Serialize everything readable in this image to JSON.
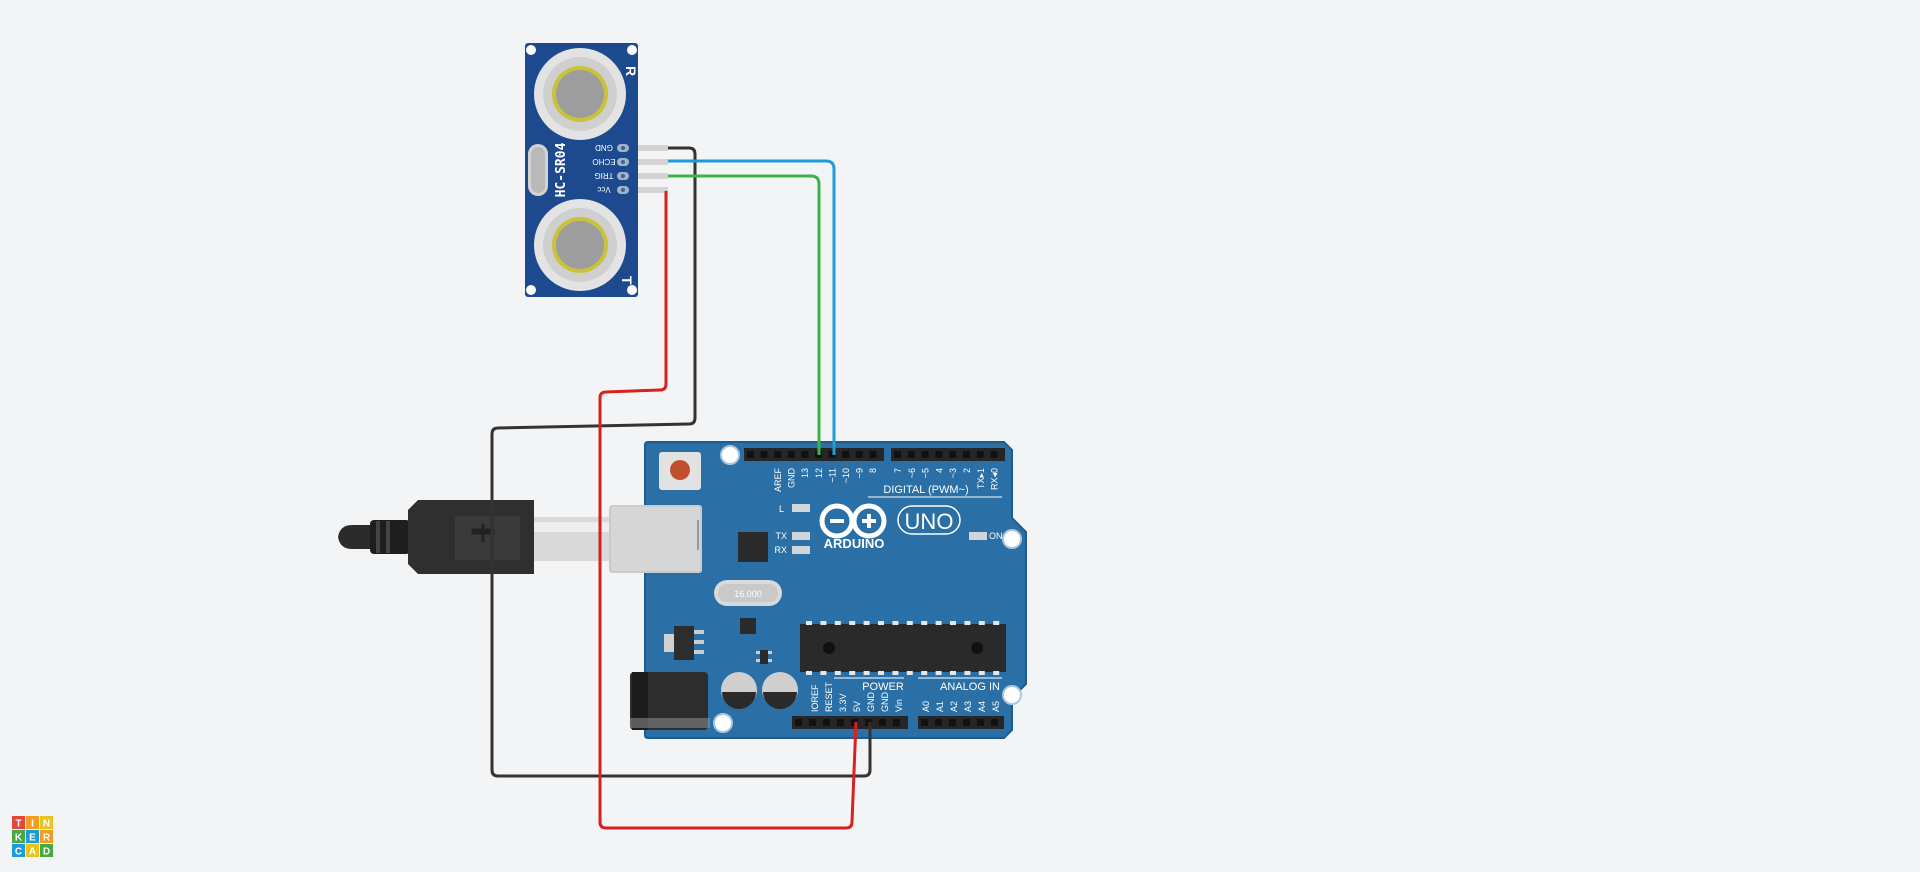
{
  "app": {
    "logo_letters": [
      "T",
      "I",
      "N",
      "K",
      "E",
      "R",
      "C",
      "A",
      "D"
    ]
  },
  "sensor": {
    "name": "HC-SR04",
    "pins": [
      "GND",
      "ECHO",
      "TRIG",
      "Vcc"
    ],
    "corner_top": "R",
    "corner_bottom": "T"
  },
  "arduino": {
    "brand": "ARDUINO",
    "model": "UNO",
    "digital_label": "DIGITAL (PWM~)",
    "digital_pins_left": [
      "AREF",
      "GND",
      "13",
      "12",
      "~11",
      "~10",
      "~9",
      "8"
    ],
    "digital_pins_right": [
      "7",
      "~6",
      "~5",
      "4",
      "~3",
      "2",
      "TX▸1",
      "RX◂0"
    ],
    "power_label": "POWER",
    "power_pins": [
      "IOREF",
      "RESET",
      "3.3V",
      "5V",
      "GND",
      "GND",
      "Vin"
    ],
    "analog_label": "ANALOG IN",
    "analog_pins": [
      "A0",
      "A1",
      "A2",
      "A3",
      "A4",
      "A5"
    ],
    "led_l": "L",
    "led_tx": "TX",
    "led_rx": "RX",
    "led_on": "ON",
    "crystal_label": "16.000"
  },
  "wire_colors": {
    "gnd": "#333333",
    "echo": "#1f9bd7",
    "trig": "#3bb34a",
    "vcc": "#d8211f"
  }
}
